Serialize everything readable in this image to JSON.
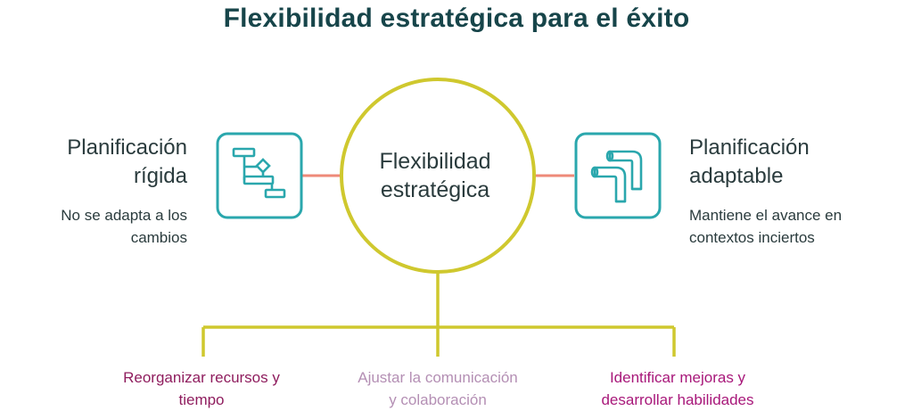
{
  "title": "Flexibilidad estratégica para el éxito",
  "center": {
    "label": "Flexibilidad estratégica"
  },
  "left": {
    "title_line1": "Planificación",
    "title_line2": "rígida",
    "desc_line1": "No se adapta a los",
    "desc_line2": "cambios",
    "icon": "gantt-chart-icon"
  },
  "right": {
    "title_line1": "Planificación",
    "title_line2": "adaptable",
    "desc_line1": "Mantiene el avance en",
    "desc_line2": "contextos inciertos",
    "icon": "bent-pipes-icon"
  },
  "branches": [
    {
      "line1": "Reorganizar recursos y",
      "line2": "tiempo"
    },
    {
      "line1": "Ajustar la comunicación",
      "line2": "y colaboración"
    },
    {
      "line1": "Identificar mejoras y",
      "line2": "desarrollar habilidades"
    }
  ],
  "colors": {
    "title": "#17454a",
    "circle": "#cfc82e",
    "icon_frame": "#2aa7ad",
    "connector": "#ee8a78",
    "branch_1_text": "#8f1d5e",
    "branch_2_text": "#b48fb4",
    "branch_3_text": "#a8187a"
  }
}
